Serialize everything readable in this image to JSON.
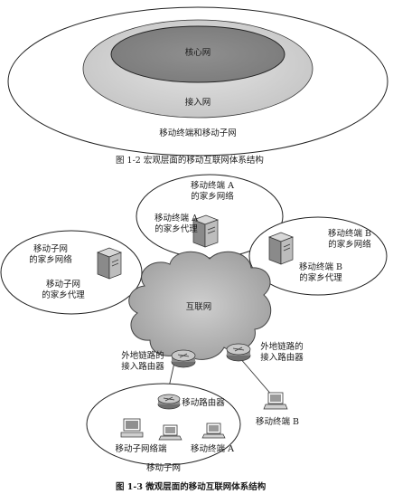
{
  "figure12": {
    "core_label": "核心网",
    "access_label": "接入网",
    "terminal_label": "移动终端和移动子网",
    "caption": "图 1-2   宏观层面的移动互联网体系结构"
  },
  "figure13": {
    "home_a_title": "移动终端 A\n的家乡网络",
    "home_a_agent": "移动终端 A\n的家乡代理",
    "home_b_title": "移动终端 B\n的家乡网络",
    "home_b_agent": "移动终端 B\n的家乡代理",
    "subnet_home_title": "移动子网\n的家乡网络",
    "subnet_home_agent": "移动子网\n的家乡代理",
    "internet_label": "互联网",
    "foreign_router_left": "外地链路的\n接入路由器",
    "foreign_router_right": "外地链路的\n接入路由器",
    "terminal_b": "移动终端 B",
    "mobile_router": "移动路由器",
    "subnet_terminal": "移动子网络端",
    "terminal_a": "移动终端 A",
    "subnet_label": "移动子网",
    "caption": "图 1-3   微观层面的移动互联网体系结构"
  }
}
